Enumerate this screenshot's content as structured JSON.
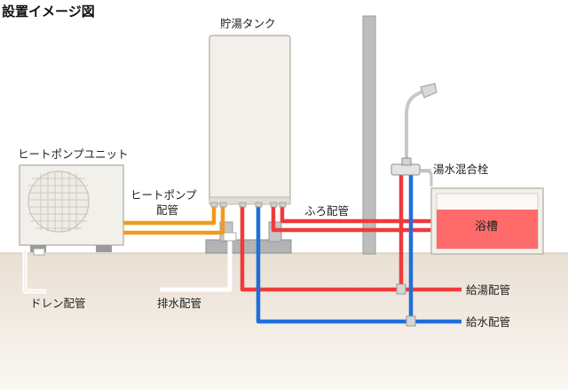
{
  "title": "設置イメージ図",
  "labels": {
    "tank": "貯湯タンク",
    "heat_pump_unit": "ヒートポンプユニット",
    "heat_pump_pipe_line1": "ヒートポンプ",
    "heat_pump_pipe_line2": "配管",
    "bath_pipe": "ふろ配管",
    "mixer_faucet": "湯水混合栓",
    "bathtub": "浴槽",
    "hot_water_pipe": "給湯配管",
    "cold_water_pipe": "給水配管",
    "drain_pipe": "ドレン配管",
    "discharge_pipe": "排水配管"
  },
  "colors": {
    "hot": "#ee3b3b",
    "cold": "#1e6fd9",
    "heat_pump": "#f39a1b",
    "drain": "#ffffff",
    "ground": "#e4d9cc",
    "bath_water": "#ff6b6b",
    "equipment": "#f2f0eb",
    "wall": "#b8b8b8"
  }
}
